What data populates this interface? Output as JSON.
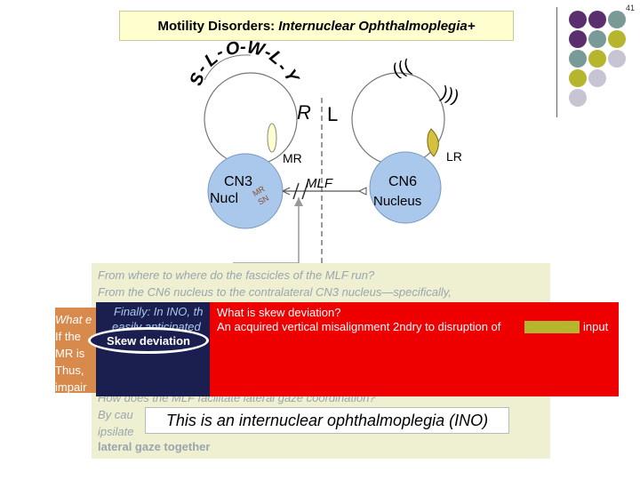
{
  "page_number": "41",
  "title": {
    "prefix": "Motility Disorders:",
    "italic": "Internuclear Ophthalmoplegia+"
  },
  "slow_letters": [
    "S",
    "-",
    "L",
    "-",
    "O",
    "-",
    "W",
    "-",
    "L",
    "-",
    "Y"
  ],
  "waves": {
    "top": "(((",
    "right": ")))"
  },
  "labels": {
    "R": "R",
    "L": "L",
    "MR": "MR",
    "LR": "LR",
    "cn3_line1": "CN3",
    "cn3_line2": "Nucl",
    "mr_sub": "MR",
    "sn_sub": "SN",
    "mlf": "MLF",
    "cn6_line1": "CN6",
    "cn6_line2": "Nucleus"
  },
  "passage": {
    "q1": "From where to where do the fascicles of the MLF run?",
    "a1": "From the CN6 nucleus to the  contralateral  CN3 nucleus—specifically,",
    "q2_partial": "What e",
    "if_the": "If the",
    "mr_is": "MR is",
    "thus": "Thus,",
    "impair": "impair",
    "q3": "How does the MLF facilitate lateral gaze coordination?",
    "by_cau": "By cau",
    "ipsilate": "ipsilate",
    "lateral": "lateral gaze together"
  },
  "navy_panel": {
    "line1": "Finally: In INO, th",
    "line2": "easily anticipated"
  },
  "red_panel": {
    "question": "What is skew deviation?",
    "answer": "An acquired vertical misalignment 2ndry to disruption of",
    "answer_end": "input"
  },
  "skew_oval": "Skew deviation",
  "ino_box": "This is an internuclear ophthalmoplegia (INO)",
  "colors": {
    "purple": "#5b2f6e",
    "teal": "#7a9a98",
    "olive": "#b5b52e",
    "lavender": "#c7c4d4",
    "cn_blue": "#a9c8ec",
    "lr_yellow": "#d6c040",
    "red": "#ee0000",
    "navy": "#1a1f4f"
  }
}
